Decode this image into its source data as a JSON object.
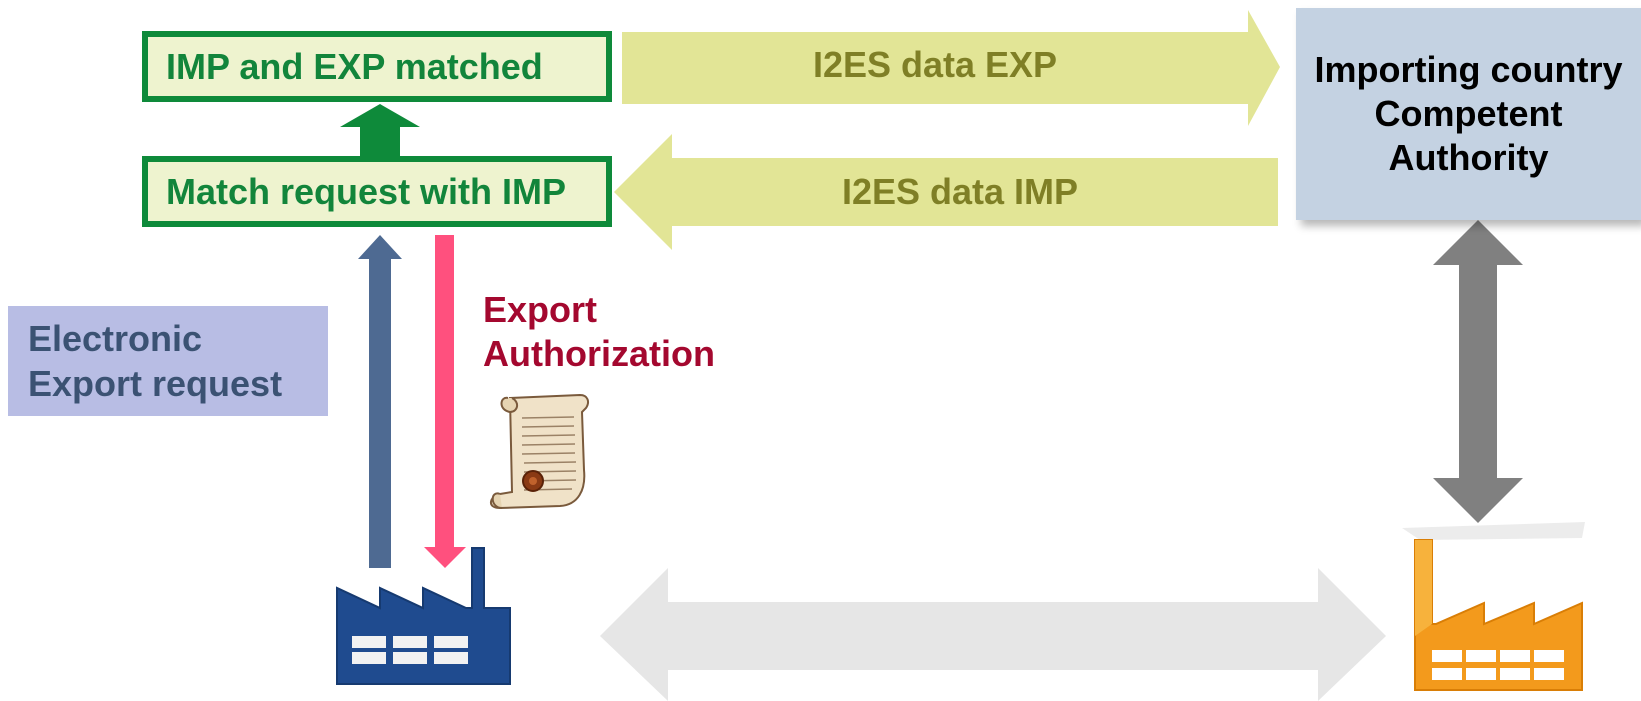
{
  "boxes": {
    "matched": "IMP and EXP matched",
    "match_request": "Match request with IMP",
    "authority": {
      "line1": "Importing country",
      "line2": "Competent",
      "line3": "Authority"
    },
    "export_request": {
      "line1": "Electronic",
      "line2": "Export request"
    }
  },
  "arrows": {
    "data_exp": "I2ES data EXP",
    "data_imp": "I2ES data IMP"
  },
  "export_authorization": {
    "line1": "Export",
    "line2": "Authorization"
  },
  "icons": {
    "exporter_factory": "factory-icon",
    "importer_factory": "factory-icon",
    "document": "scroll-certificate-icon"
  },
  "colors": {
    "green": "#0e8a3a",
    "yellow_arrow": "#e2e596",
    "blue_arrow": "#4e6a92",
    "pink_arrow": "#ff507e",
    "grey_arrow": "#808080",
    "light_grey_arrow": "#e6e6e6",
    "authority_fill": "#c4d2e2",
    "request_fill": "#b8bde4",
    "exporter_factory": "#1f4b8f",
    "importer_factory": "#f39a1c"
  }
}
